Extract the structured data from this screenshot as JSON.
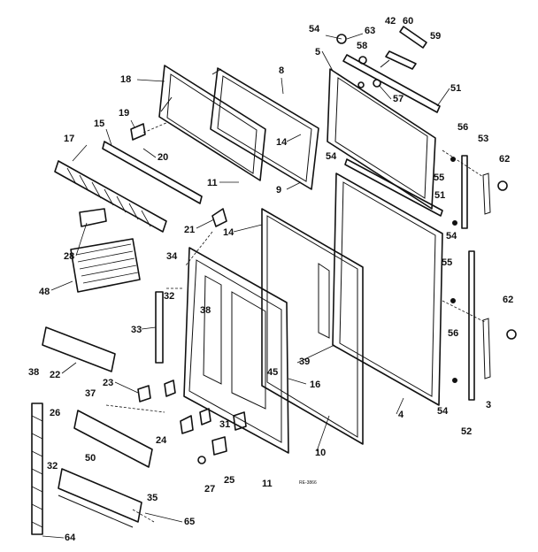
{
  "diagram": {
    "caption_code": "RE-3866",
    "labels": [
      "54",
      "63",
      "42",
      "60",
      "59",
      "58",
      "5",
      "51",
      "18",
      "8",
      "57",
      "19",
      "15",
      "20",
      "14",
      "17",
      "11",
      "9",
      "54",
      "56",
      "53",
      "62",
      "55",
      "21",
      "14",
      "51",
      "54",
      "28",
      "34",
      "48",
      "55",
      "32",
      "38",
      "56",
      "62",
      "33",
      "39",
      "22",
      "23",
      "45",
      "16",
      "38",
      "37",
      "26",
      "24",
      "31",
      "4",
      "54",
      "3",
      "52",
      "32",
      "10",
      "50",
      "35",
      "27",
      "25",
      "11",
      "65",
      "64"
    ]
  }
}
